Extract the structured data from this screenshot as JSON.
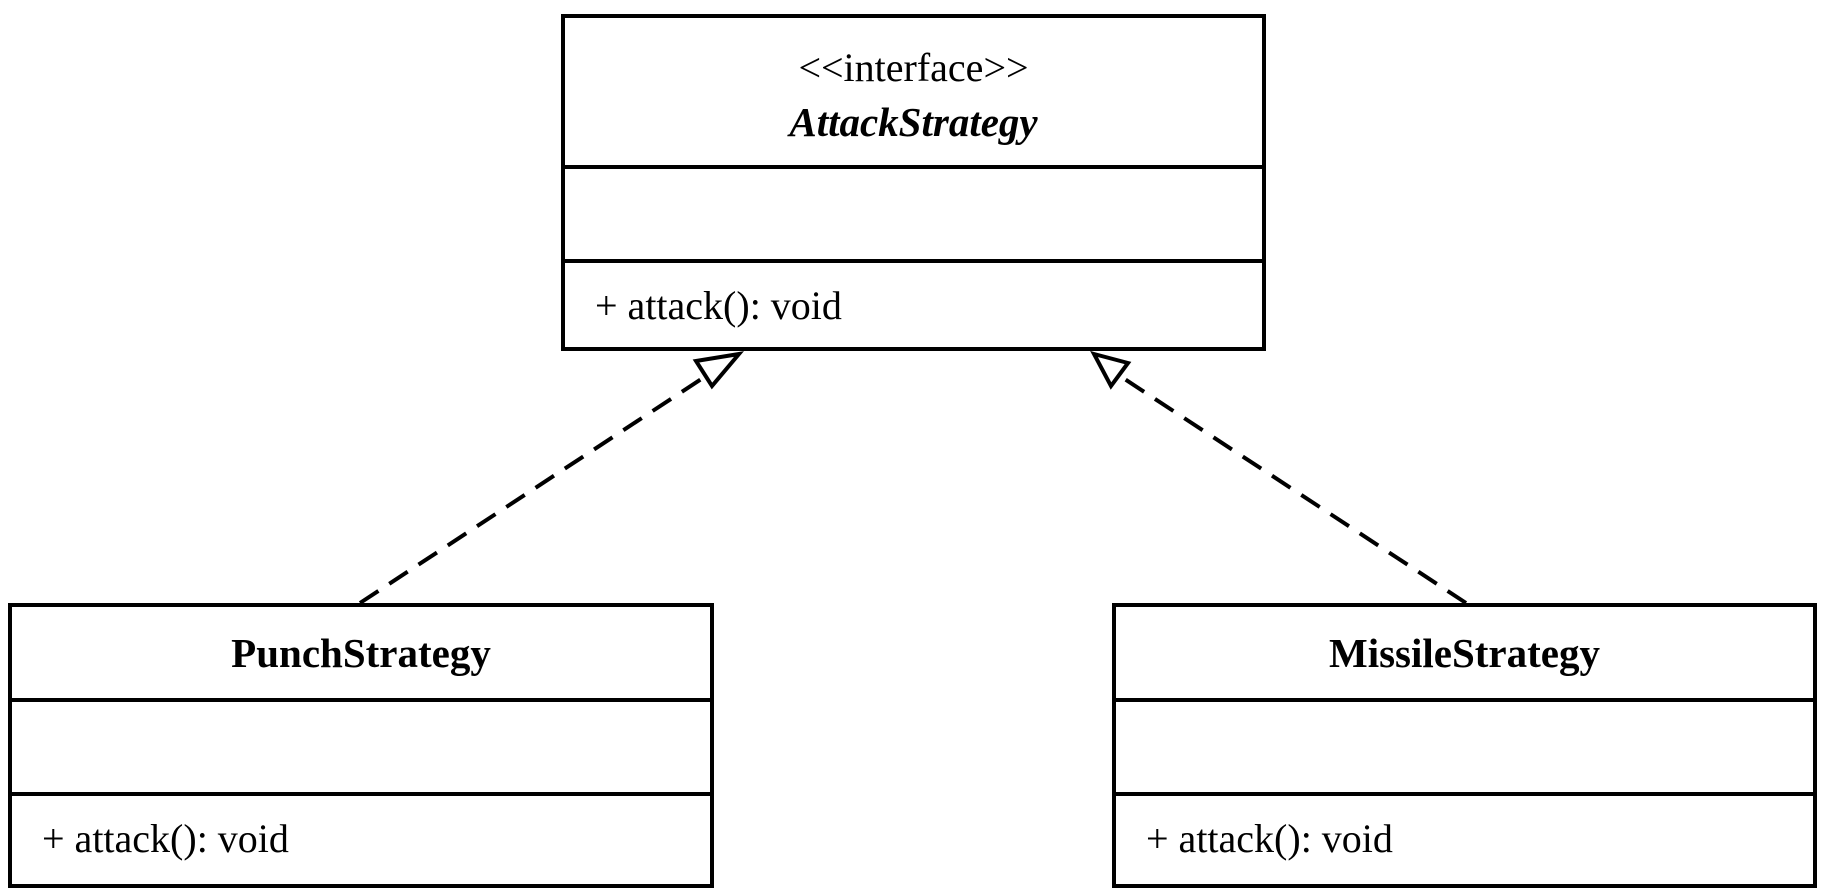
{
  "diagram": {
    "interface": {
      "stereotype": "<<interface>>",
      "name": "AttackStrategy",
      "operations": [
        "+ attack(): void"
      ]
    },
    "classes": [
      {
        "name": "PunchStrategy",
        "operations": [
          "+ attack(): void"
        ]
      },
      {
        "name": "MissileStrategy",
        "operations": [
          "+ attack(): void"
        ]
      }
    ],
    "relations": [
      {
        "type": "realization",
        "from": "PunchStrategy",
        "to": "AttackStrategy"
      },
      {
        "type": "realization",
        "from": "MissileStrategy",
        "to": "AttackStrategy"
      }
    ]
  }
}
